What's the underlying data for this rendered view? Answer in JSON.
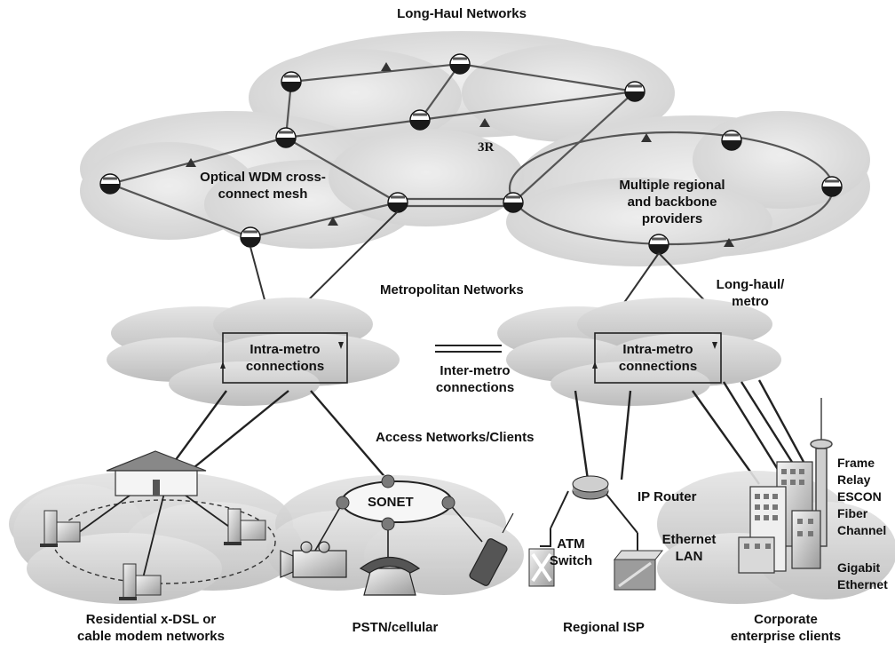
{
  "labels": {
    "long_haul": "Long-Haul Networks",
    "optical_mesh": "Optical WDM cross-\nconnect mesh",
    "three_r": "3R",
    "regional": "Multiple regional\nand backbone\nproviders",
    "metropolitan": "Metropolitan Networks",
    "longhaul_metro": "Long-haul/\nmetro",
    "intra_left": "Intra-metro\nconnections",
    "intra_right": "Intra-metro\nconnections",
    "inter_metro": "Inter-metro\nconnections",
    "access": "Access Networks/Clients",
    "sonet": "SONET",
    "ip_router": "IP Router",
    "atm_switch": "ATM\nSwitch",
    "ethernet_lan": "Ethernet\nLAN",
    "frame_relay": "Frame\nRelay\nESCON\nFiber\nChannel",
    "gigabit": "Gigabit\nEthernet",
    "residential": "Residential x-DSL or\ncable modem networks",
    "pstn": "PSTN/cellular",
    "regional_isp": "Regional ISP",
    "corporate": "Corporate\nenterprise clients"
  },
  "icons": [
    "optical-node-icon",
    "amplifier-triangle-icon",
    "house-icon",
    "computer-terminal-icon",
    "sonet-node-icon",
    "video-camera-icon",
    "telephone-icon",
    "cell-phone-icon",
    "ip-router-icon",
    "atm-switch-icon",
    "ethernet-lan-icon",
    "office-building-icon",
    "radio-tower-icon"
  ]
}
